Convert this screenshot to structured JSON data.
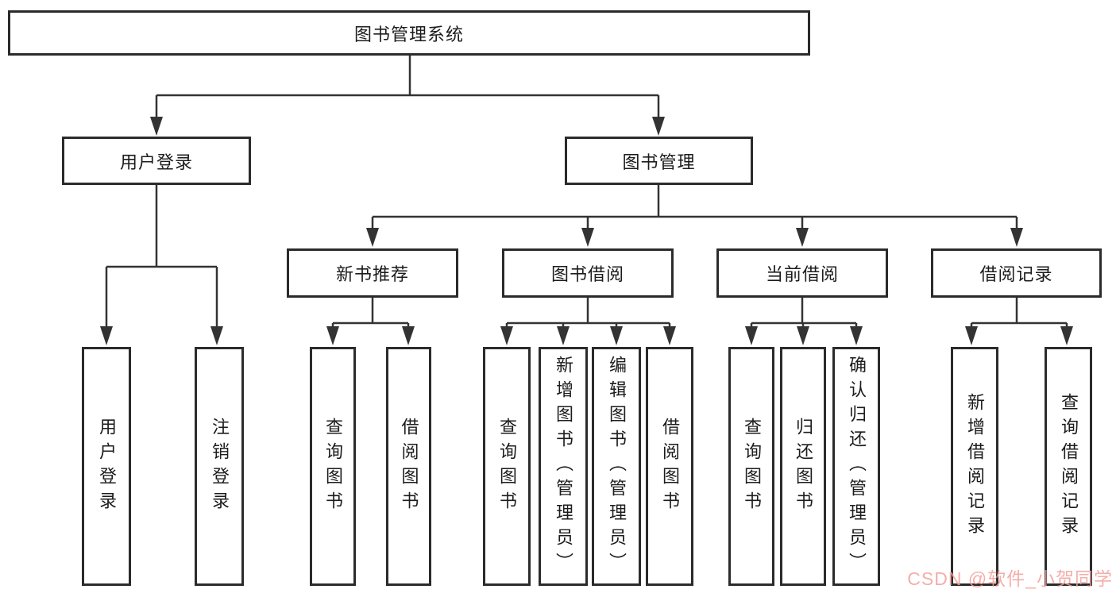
{
  "root": {
    "label": "图书管理系统"
  },
  "login": {
    "label": "用户登录",
    "children": [
      {
        "label": "用户登录"
      },
      {
        "label": "注销登录"
      }
    ]
  },
  "manage": {
    "label": "图书管理",
    "children": [
      {
        "label": "新书推荐",
        "children": [
          {
            "label": "查询图书"
          },
          {
            "label": "借阅图书"
          }
        ]
      },
      {
        "label": "图书借阅",
        "children": [
          {
            "label": "查询图书"
          },
          {
            "label": "新增图书（管理员）"
          },
          {
            "label": "编辑图书（管理员）"
          },
          {
            "label": "借阅图书"
          }
        ]
      },
      {
        "label": "当前借阅",
        "children": [
          {
            "label": "查询图书"
          },
          {
            "label": "归还图书"
          },
          {
            "label": "确认归还（管理员）"
          }
        ]
      },
      {
        "label": "借阅记录",
        "children": [
          {
            "label": "新增借阅记录"
          },
          {
            "label": "查询借阅记录"
          }
        ]
      }
    ]
  },
  "watermark": {
    "text": "CSDN @软件_小贺同学"
  },
  "colors": {
    "line": "#333333",
    "box_border": "#2b2b2b",
    "text": "#1c1c1c",
    "watermark": "#f2a09b",
    "background": "#ffffff"
  }
}
